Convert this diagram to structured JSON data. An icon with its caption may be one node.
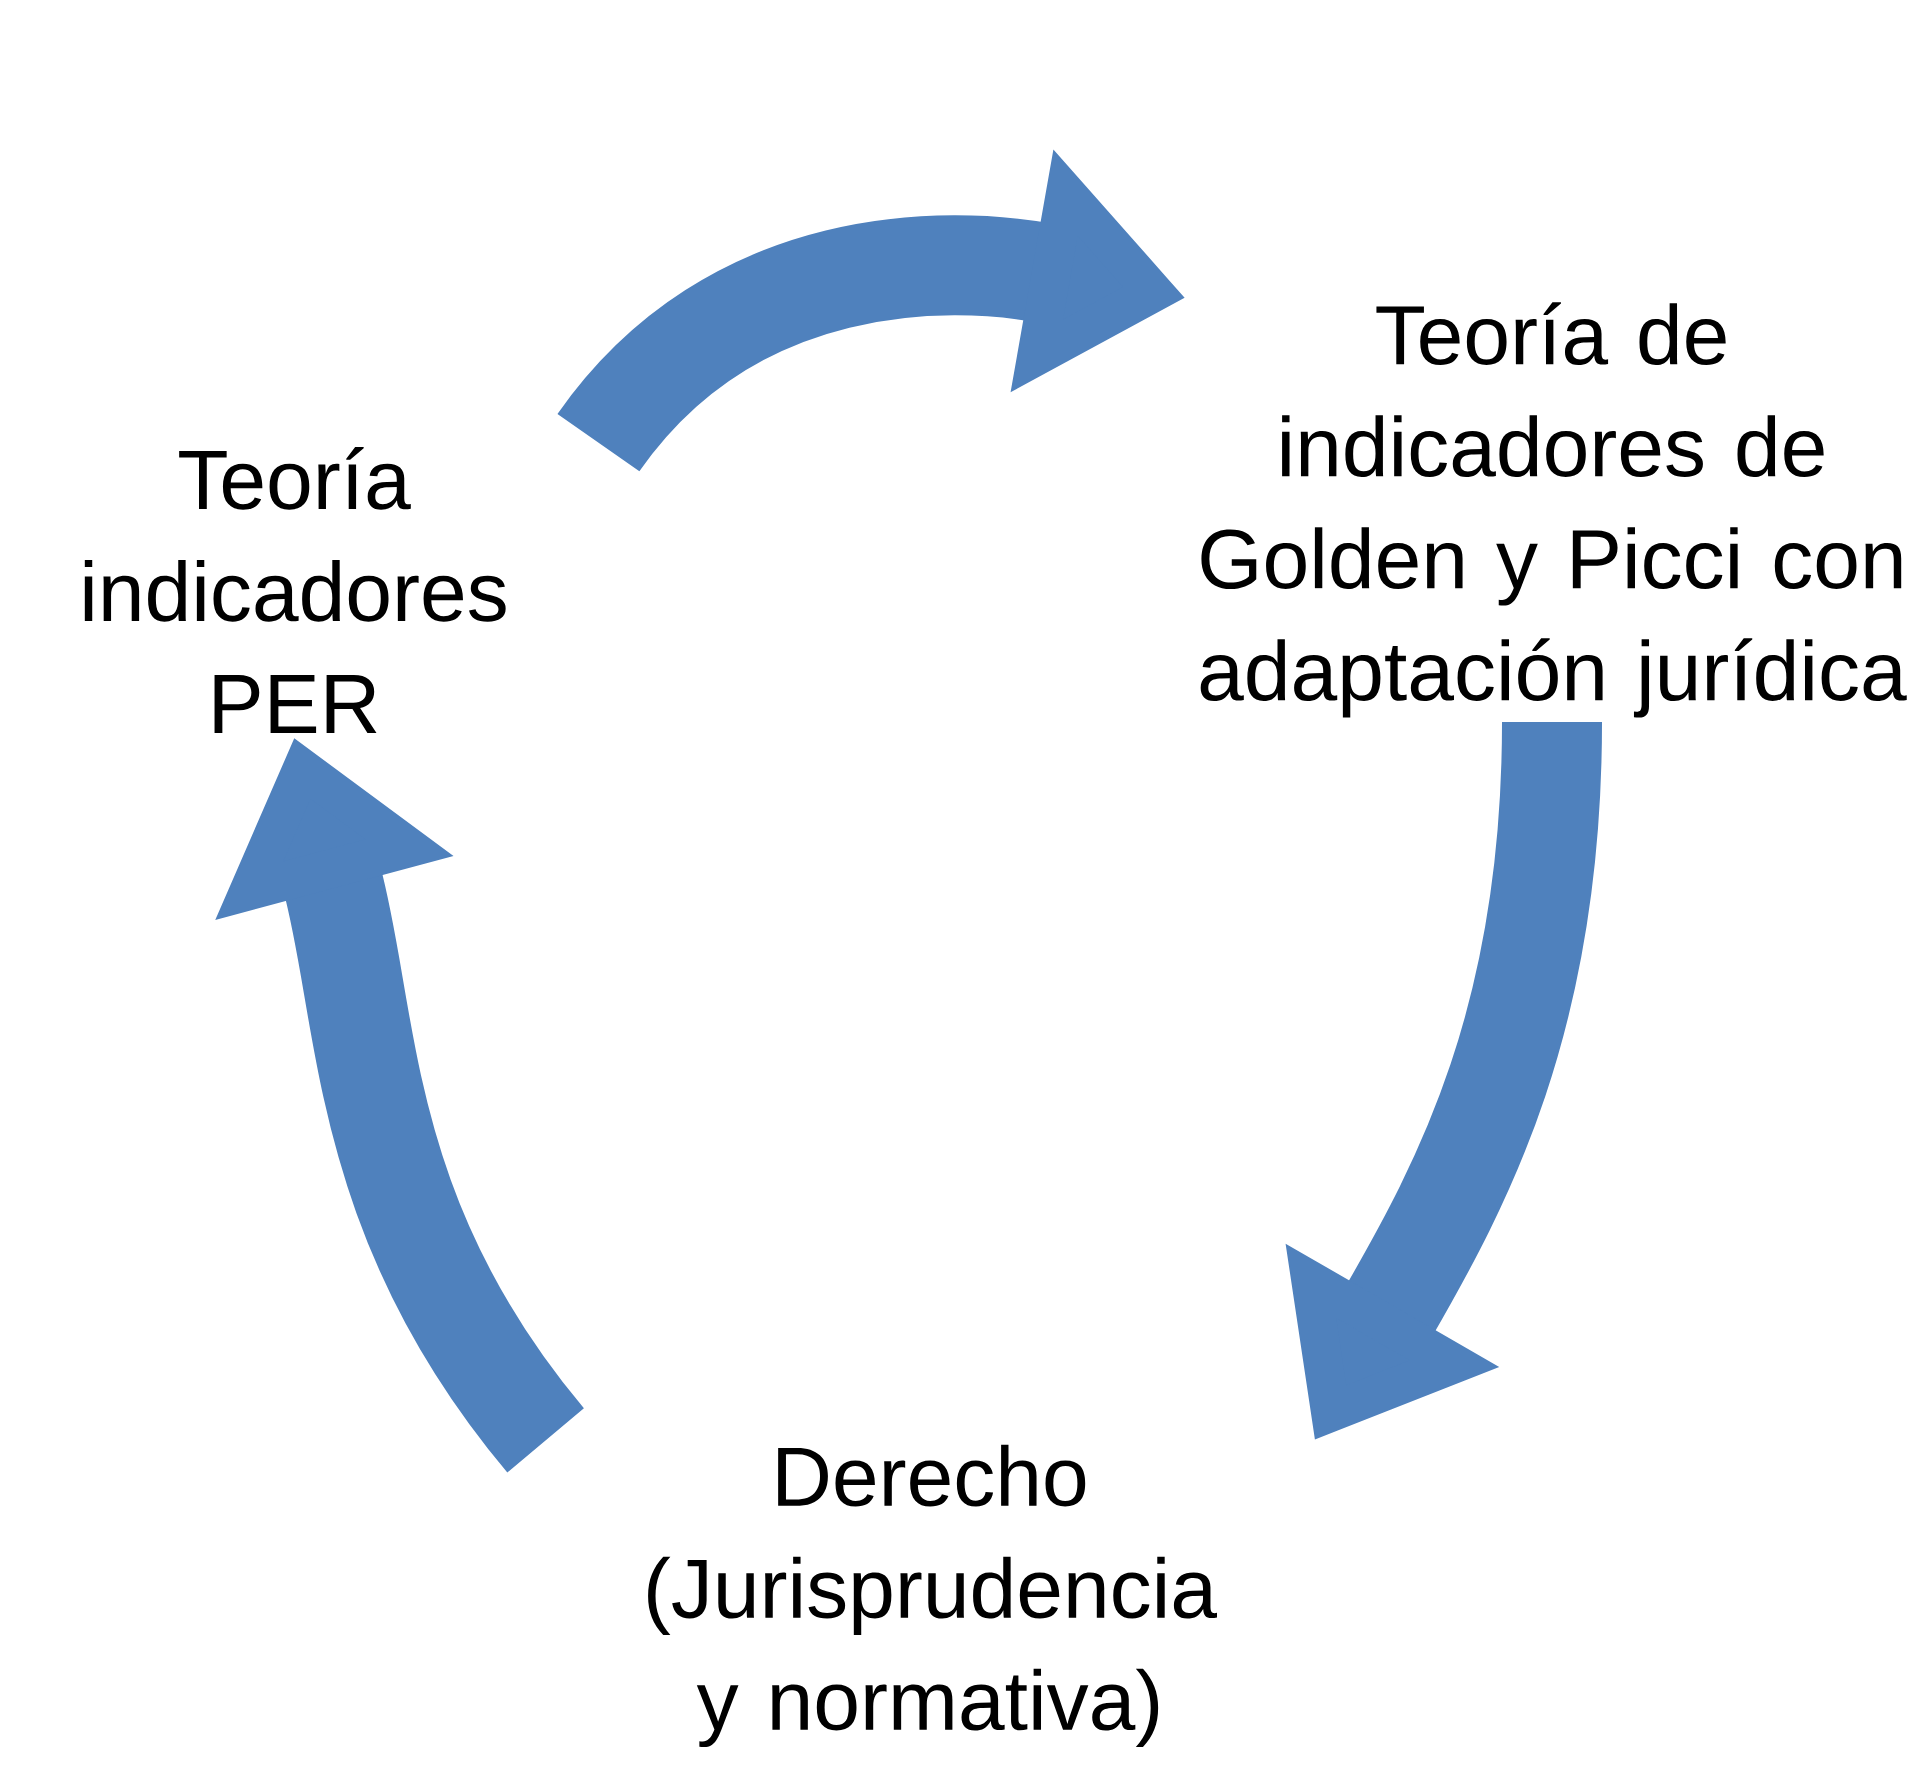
{
  "diagram": {
    "nodes": [
      {
        "text": [
          "Teoría indicadores PER"
        ]
      },
      {
        "text": [
          "Teoría de indicadores de Golden y Picci con adaptación jurídica"
        ]
      },
      {
        "text": [
          "Derecho (Jurisprudencia y normativa)"
        ]
      }
    ],
    "edges": [
      {
        "from": 0,
        "to": 1,
        "arrow": "to"
      },
      {
        "from": 1,
        "to": 2,
        "arrow": "to"
      },
      {
        "from": 2,
        "to": 0,
        "arrow": "to"
      }
    ]
  }
}
